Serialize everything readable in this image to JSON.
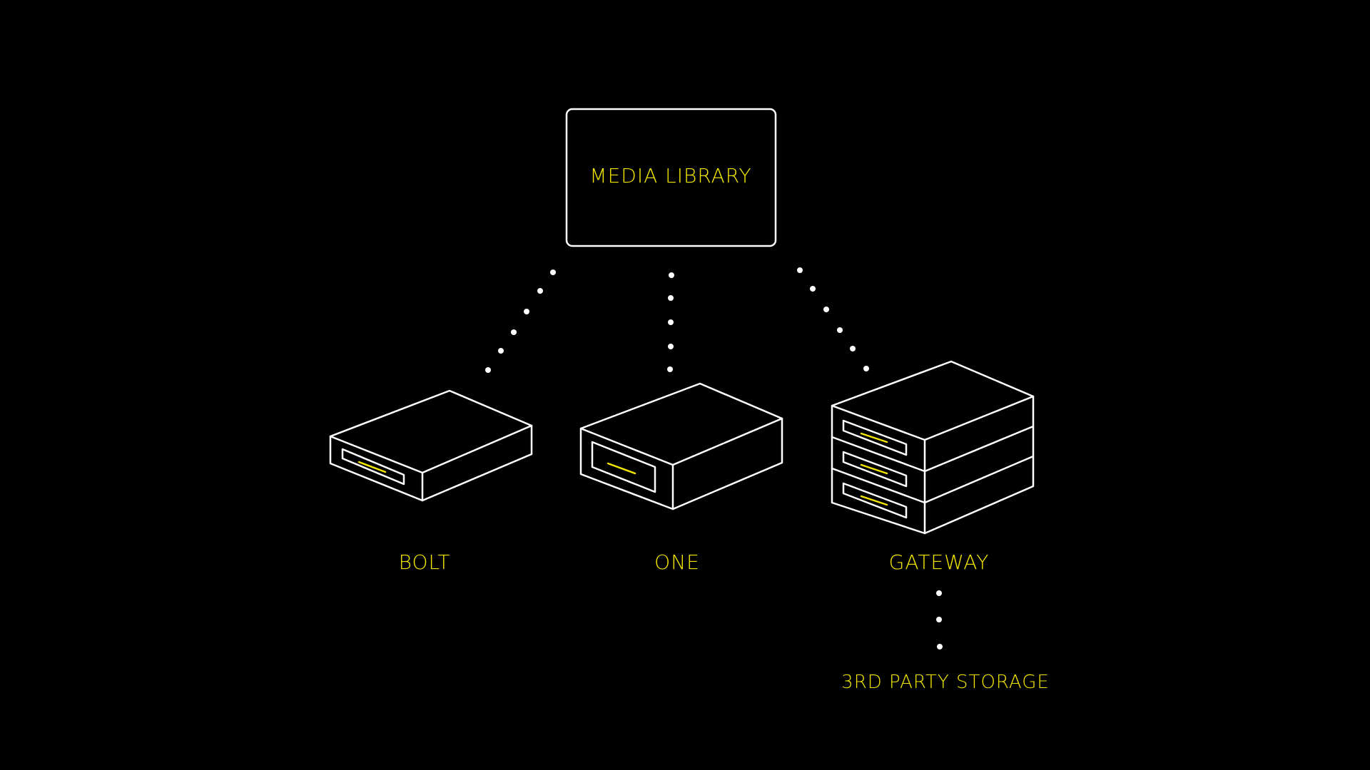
{
  "theme": {
    "background": "#000000",
    "line": "#ffffff",
    "accent": "#f2e600"
  },
  "nodes": {
    "media_library": "MEDIA LIBRARY",
    "bolt": "BOLT",
    "one": "ONE",
    "gateway": "GATEWAY",
    "third_party_storage": "3RD PARTY STORAGE"
  },
  "connections": [
    {
      "from": "media_library",
      "to": "bolt",
      "style": "dotted"
    },
    {
      "from": "media_library",
      "to": "one",
      "style": "dotted"
    },
    {
      "from": "media_library",
      "to": "gateway",
      "style": "dotted"
    },
    {
      "from": "gateway",
      "to": "third_party_storage",
      "style": "dotted"
    }
  ],
  "device_icons": {
    "bolt": "server-single-icon",
    "one": "server-tall-icon",
    "gateway": "server-stack-icon"
  }
}
